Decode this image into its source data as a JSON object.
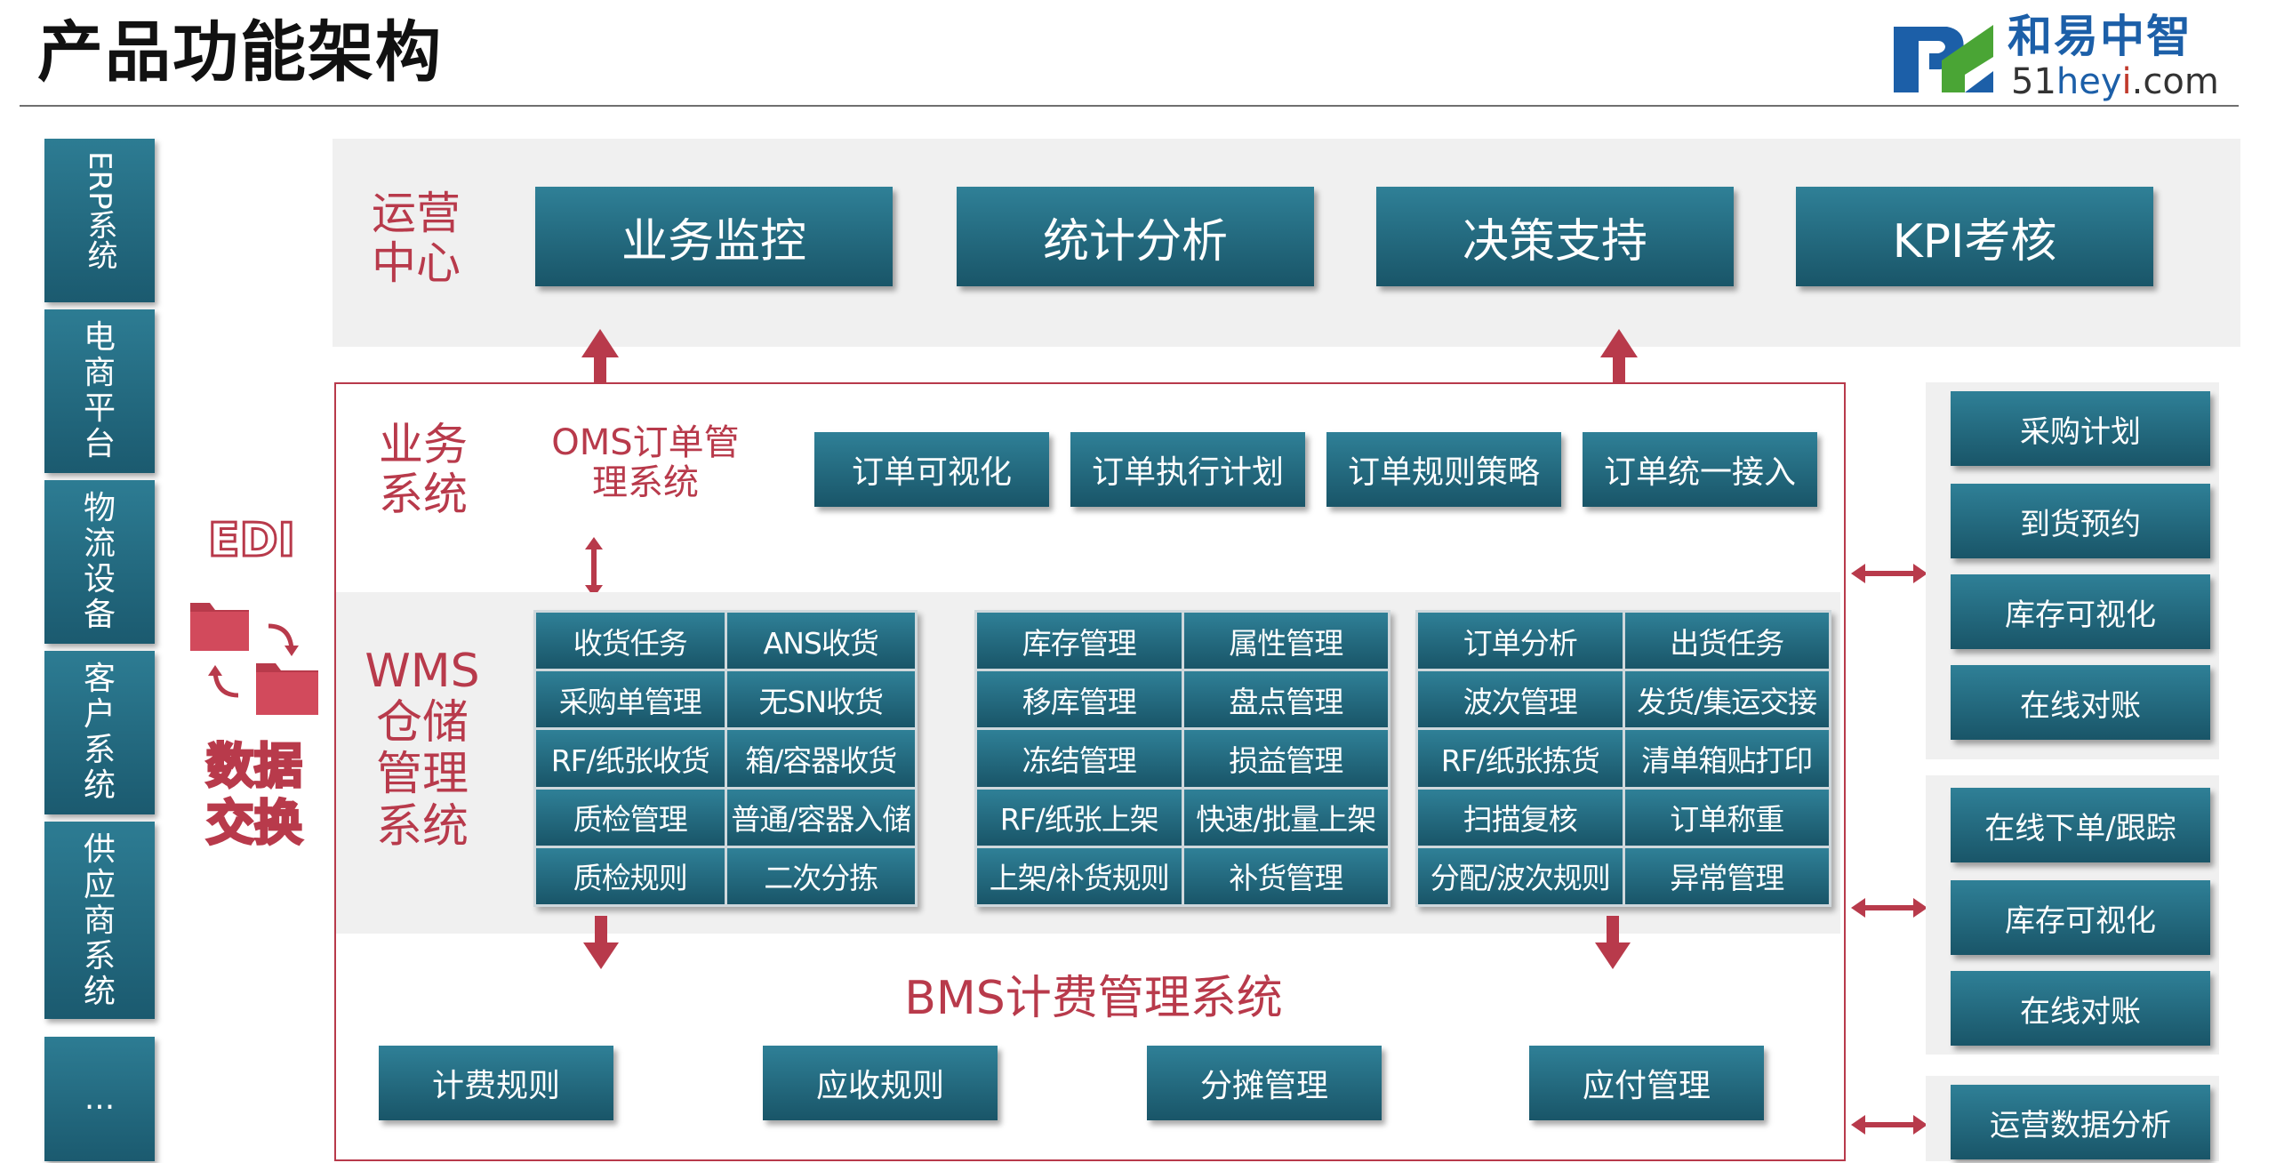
{
  "header": {
    "title": "产品功能架构",
    "logo_cn": "和易中智",
    "logo_en_prefix": "51",
    "logo_en_he": "he",
    "logo_en_y": "y",
    "logo_en_i": "i",
    "logo_en_suffix": ".com"
  },
  "left_systems": [
    "ERP系统",
    "电商平台",
    "物流设备",
    "客户系统",
    "供应商系统",
    "..."
  ],
  "edi": {
    "label": "EDI",
    "exchange": "数据交换"
  },
  "ops_center": {
    "label": "运营中心",
    "buttons": [
      "业务监控",
      "统计分析",
      "决策支持",
      "KPI考核"
    ]
  },
  "business": {
    "label": "业务系统",
    "oms_label": "OMS订单管理系统",
    "buttons": [
      "订单可视化",
      "订单执行计划",
      "订单规则策略",
      "订单统一接入"
    ]
  },
  "wms": {
    "label": "WMS仓储管理系统",
    "group1": [
      "收货任务",
      "ANS收货",
      "采购单管理",
      "无SN收货",
      "RF/纸张收货",
      "箱/容器收货",
      "质检管理",
      "普通/容器入储",
      "质检规则",
      "二次分拣"
    ],
    "group2": [
      "库存管理",
      "属性管理",
      "移库管理",
      "盘点管理",
      "冻结管理",
      "损益管理",
      "RF/纸张上架",
      "快速/批量上架",
      "上架/补货规则",
      "补货管理"
    ],
    "group3": [
      "订单分析",
      "出货任务",
      "波次管理",
      "发货/集运交接",
      "RF/纸张拣货",
      "清单箱贴打印",
      "扫描复核",
      "订单称重",
      "分配/波次规则",
      "异常管理"
    ]
  },
  "bms": {
    "label": "BMS计费管理系统",
    "buttons": [
      "计费规则",
      "应收规则",
      "分摊管理",
      "应付管理"
    ]
  },
  "right_group1": [
    "采购计划",
    "到货预约",
    "库存可视化",
    "在线对账"
  ],
  "right_group2": [
    "在线下单/跟踪",
    "库存可视化",
    "在线对账"
  ],
  "right_group3": [
    "运营数据分析"
  ],
  "colors": {
    "accent_red": "#b83a4b",
    "box_teal": "#2a7488",
    "panel_grey": "#f0f0f0"
  }
}
